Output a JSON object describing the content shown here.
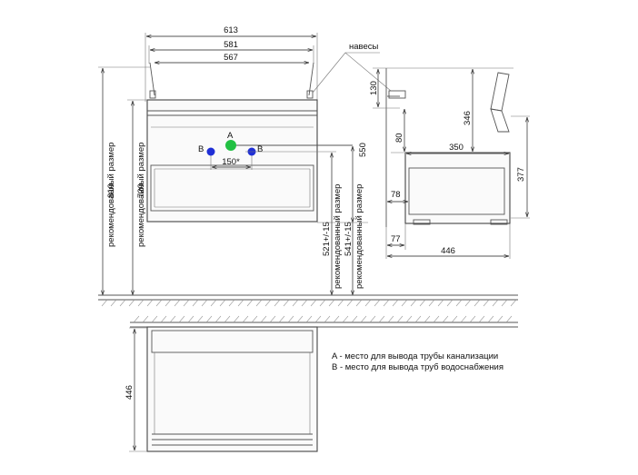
{
  "front_view": {
    "width_overall": "613",
    "width_inner": "581",
    "width_hinge": "567",
    "height_recommended": "810",
    "height_recommended_2": "720",
    "recommended_label": "рекомендованный размер",
    "pipe_spacing": "150*",
    "dim_550": "550",
    "dim_521": "521+/-15",
    "dim_541": "541+/-15",
    "hinges_label": "навесы",
    "point_a": "A",
    "point_b_left": "B",
    "point_b_right": "B"
  },
  "side_view": {
    "dim_130": "130",
    "dim_346": "346",
    "dim_80": "80",
    "dim_350": "350",
    "dim_377": "377",
    "dim_78": "78",
    "dim_77": "77",
    "depth": "446"
  },
  "top_view": {
    "depth": "446"
  },
  "legend": {
    "a": "A - место для вывода трубы канализации",
    "b": "B - место для вывода труб водоснабжения"
  },
  "colors": {
    "point_a": "#22c043",
    "point_b": "#1f2fd6",
    "line": "#555555"
  }
}
